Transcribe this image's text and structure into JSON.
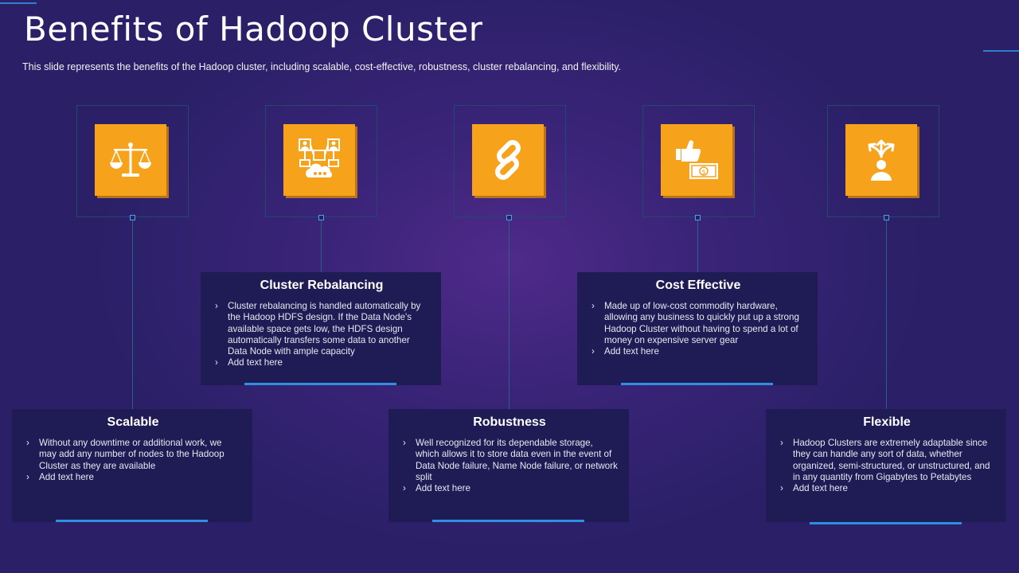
{
  "slide": {
    "title": "Benefits of Hadoop Cluster",
    "subtitle": "This slide represents the benefits of the Hadoop cluster, including scalable, cost-effective,  robustness, cluster rebalancing,  and flexibility."
  },
  "colors": {
    "tile": "#f7a21b",
    "card": "#1f1b55",
    "accent": "#2f8fe0"
  },
  "icons": [
    "balance-scale-icon",
    "network-cloud-icon",
    "chain-link-icon",
    "thumbs-up-money-icon",
    "person-arrows-icon"
  ],
  "cards": [
    {
      "title": "Scalable",
      "bullets": [
        "Without any downtime or additional work, we may add any number of nodes to the Hadoop Cluster as they are available",
        "Add text here"
      ]
    },
    {
      "title": "Cluster Rebalancing",
      "bullets": [
        "Cluster rebalancing is handled automatically by the Hadoop HDFS design. If the Data Node's available space gets low, the HDFS design automatically transfers some data to another Data Node with ample capacity",
        "Add text here"
      ]
    },
    {
      "title": "Robustness",
      "bullets": [
        "Well recognized for its dependable storage, which allows it to store data even in the event of Data Node failure, Name Node failure, or network split",
        "Add text here"
      ]
    },
    {
      "title": "Cost Effective",
      "bullets": [
        "Made up of low-cost commodity hardware, allowing any business to quickly put up a strong Hadoop Cluster without having to spend a lot of money on expensive server gear",
        "Add text here"
      ]
    },
    {
      "title": "Flexible",
      "bullets": [
        "Hadoop Clusters are extremely adaptable since they can handle any sort of data, whether organized, semi-structured, or unstructured, and in any quantity from Gigabytes to Petabytes",
        "Add text here"
      ]
    }
  ]
}
